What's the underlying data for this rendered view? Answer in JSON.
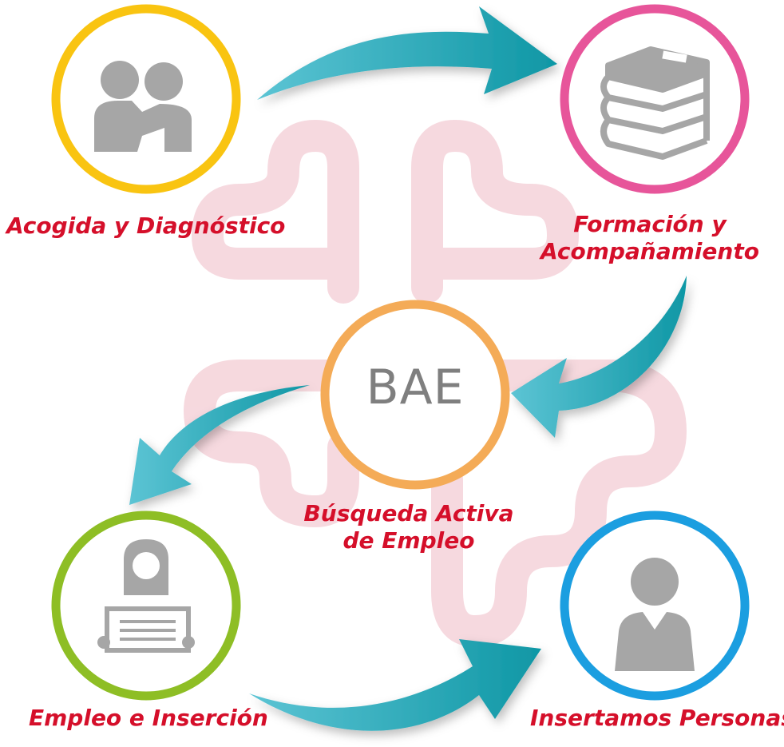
{
  "center": {
    "text": "BAE",
    "caption": [
      "Búsqueda Activa",
      "de Empleo"
    ]
  },
  "nodes": [
    {
      "id": "acogida",
      "label": [
        "Acogida y Diagnóstico"
      ],
      "icon": "people-hugging-icon",
      "ring_color": "#f9c411"
    },
    {
      "id": "formacion",
      "label": [
        "Formación y",
        "Acompañamiento"
      ],
      "icon": "books-stack-icon",
      "ring_color": "#e7559a"
    },
    {
      "id": "empleo",
      "label": [
        "Empleo e Inserción"
      ],
      "icon": "person-holding-document-icon",
      "ring_color": "#8ebe25"
    },
    {
      "id": "insertamos",
      "label": [
        "Insertamos Personas"
      ],
      "icon": "business-person-icon",
      "ring_color": "#1b9ee0"
    }
  ],
  "colors": {
    "bae_ring": "#f4ab57",
    "label_text": "#d50f2a",
    "arrow": "#1aa3b2",
    "icon_gray": "#a6a6a6",
    "background_logo": "#f6d7dd"
  }
}
